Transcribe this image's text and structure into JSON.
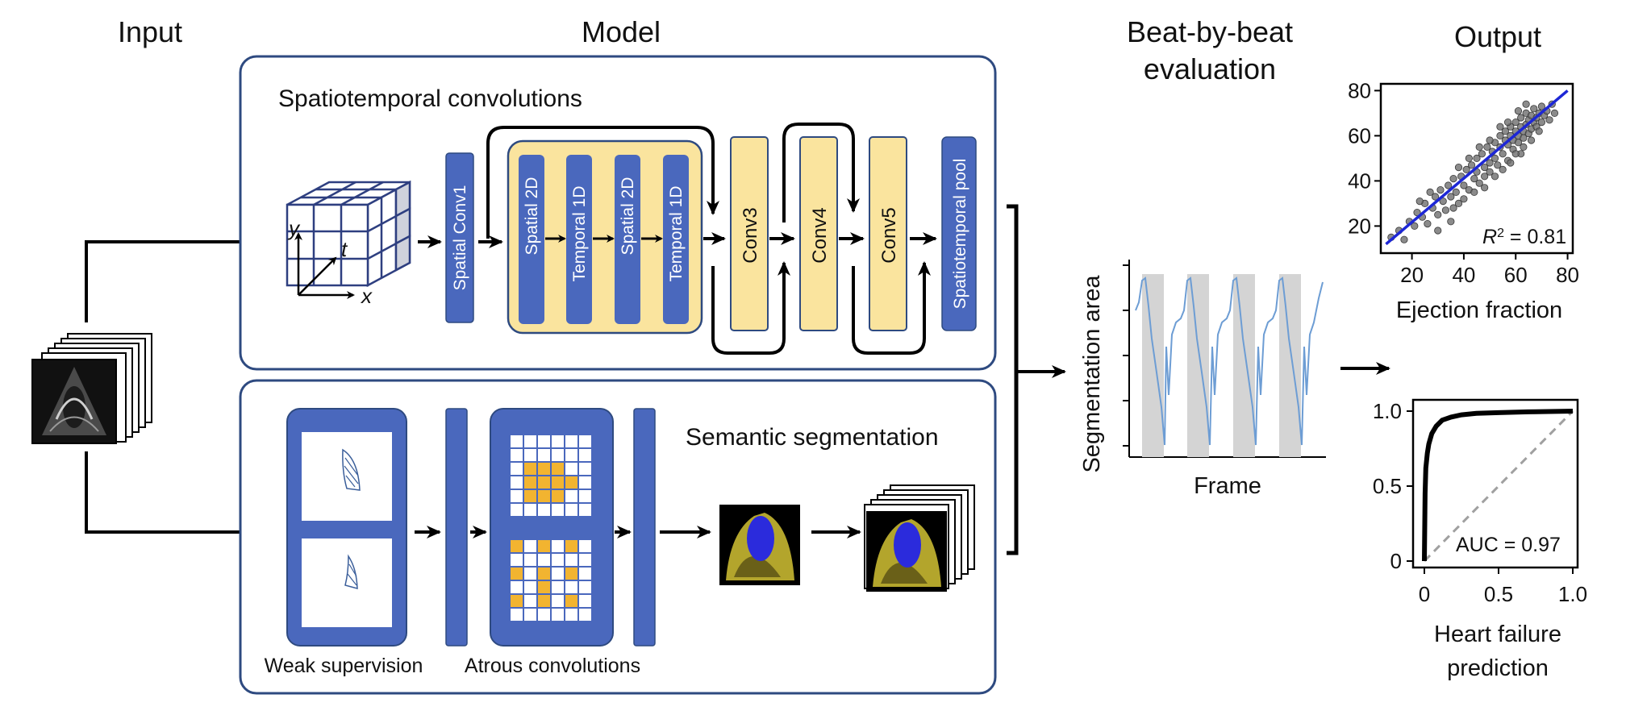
{
  "headers": {
    "input": "Input",
    "model": "Model",
    "beat_line1": "Beat-by-beat",
    "beat_line2": "evaluation",
    "output": "Output"
  },
  "top_panel": {
    "title": "Spatiotemporal convolutions",
    "cube_axis_y": "y",
    "cube_axis_t": "t",
    "cube_axis_x": "x",
    "blocks": {
      "spatial_conv1": "Spatial Conv1",
      "spatial_2d_a": "Spatial 2D",
      "temporal_1d_a": "Temporal 1D",
      "spatial_2d_b": "Spatial 2D",
      "temporal_1d_b": "Temporal 1D",
      "conv3": "Conv3",
      "conv4": "Conv4",
      "conv5": "Conv5",
      "pool": "Spatiotemporal pool"
    }
  },
  "bottom_panel": {
    "title": "Semantic segmentation",
    "weak_label": "Weak supervision",
    "atrous_label": "Atrous convolutions"
  },
  "segmentation_plot": {
    "ylabel": "Segmentation area",
    "xlabel": "Frame"
  },
  "colors": {
    "panel_border": "#2e4a80",
    "block_blue": "#4a68bd",
    "block_yellow": "#fae49e",
    "grid_yellow": "#f2b430",
    "trace_blue": "#6d9dd4",
    "fit_line": "#1d27d6",
    "roc_diag": "#a0a0a0"
  },
  "chart_data": [
    {
      "type": "scatter",
      "xlabel": "Ejection fraction",
      "ylabel": "",
      "xlim": [
        8,
        82
      ],
      "ylim": [
        8,
        83
      ],
      "xticks": [
        "20",
        "40",
        "60",
        "80"
      ],
      "yticks": [
        "20",
        "40",
        "60",
        "80"
      ],
      "annotation_r": "R",
      "annotation_sup": "2",
      "annotation_value": " = 0.81",
      "fit_line": [
        [
          10,
          12
        ],
        [
          80,
          80
        ]
      ],
      "points": [
        [
          12,
          15
        ],
        [
          15,
          18
        ],
        [
          17,
          14
        ],
        [
          19,
          22
        ],
        [
          21,
          20
        ],
        [
          22,
          26
        ],
        [
          24,
          24
        ],
        [
          25,
          30
        ],
        [
          26,
          21
        ],
        [
          28,
          28
        ],
        [
          29,
          33
        ],
        [
          30,
          25
        ],
        [
          31,
          36
        ],
        [
          32,
          31
        ],
        [
          33,
          27
        ],
        [
          34,
          38
        ],
        [
          35,
          33
        ],
        [
          36,
          41
        ],
        [
          37,
          35
        ],
        [
          38,
          30
        ],
        [
          39,
          42
        ],
        [
          40,
          38
        ],
        [
          41,
          45
        ],
        [
          42,
          36
        ],
        [
          43,
          47
        ],
        [
          44,
          41
        ],
        [
          45,
          44
        ],
        [
          45,
          50
        ],
        [
          46,
          39
        ],
        [
          47,
          52
        ],
        [
          48,
          46
        ],
        [
          48,
          42
        ],
        [
          49,
          55
        ],
        [
          50,
          48
        ],
        [
          50,
          44
        ],
        [
          51,
          53
        ],
        [
          52,
          57
        ],
        [
          52,
          50
        ],
        [
          53,
          47
        ],
        [
          54,
          60
        ],
        [
          54,
          55
        ],
        [
          55,
          52
        ],
        [
          56,
          58
        ],
        [
          56,
          62
        ],
        [
          57,
          49
        ],
        [
          57,
          56
        ],
        [
          58,
          60
        ],
        [
          58,
          64
        ],
        [
          59,
          54
        ],
        [
          59,
          58
        ],
        [
          60,
          62
        ],
        [
          60,
          66
        ],
        [
          61,
          57
        ],
        [
          61,
          60
        ],
        [
          62,
          64
        ],
        [
          62,
          68
        ],
        [
          63,
          59
        ],
        [
          63,
          62
        ],
        [
          64,
          65
        ],
        [
          64,
          70
        ],
        [
          65,
          61
        ],
        [
          65,
          67
        ],
        [
          66,
          63
        ],
        [
          66,
          69
        ],
        [
          67,
          66
        ],
        [
          67,
          72
        ],
        [
          68,
          64
        ],
        [
          68,
          68
        ],
        [
          69,
          70
        ],
        [
          70,
          66
        ],
        [
          70,
          73
        ],
        [
          71,
          69
        ],
        [
          72,
          71
        ],
        [
          73,
          67
        ],
        [
          74,
          74
        ],
        [
          75,
          70
        ],
        [
          62,
          52
        ],
        [
          58,
          48
        ],
        [
          55,
          45
        ],
        [
          66,
          58
        ],
        [
          69,
          62
        ],
        [
          63,
          55
        ],
        [
          60,
          52
        ],
        [
          52,
          42
        ],
        [
          48,
          37
        ],
        [
          44,
          35
        ],
        [
          40,
          32
        ],
        [
          36,
          28
        ],
        [
          54,
          64
        ],
        [
          50,
          58
        ],
        [
          46,
          55
        ],
        [
          42,
          50
        ],
        [
          38,
          46
        ],
        [
          57,
          66
        ],
        [
          61,
          71
        ],
        [
          64,
          74
        ],
        [
          35,
          22
        ],
        [
          30,
          18
        ],
        [
          27,
          35
        ],
        [
          23,
          31
        ]
      ]
    },
    {
      "type": "line",
      "xlabel": "Heart failure",
      "xlabel_line2": "prediction",
      "ylabel": "",
      "xlim": [
        0,
        1
      ],
      "ylim": [
        0,
        1
      ],
      "xticks": [
        "0",
        "0.5",
        "1.0"
      ],
      "yticks": [
        "0",
        "0.5",
        "1.0"
      ],
      "annotation": "AUC = 0.97",
      "series": [
        {
          "x": [
            0,
            0.005,
            0.01,
            0.02,
            0.03,
            0.05,
            0.08,
            0.12,
            0.18,
            0.25,
            0.35,
            0.5,
            0.7,
            1.0
          ],
          "y": [
            0,
            0.45,
            0.62,
            0.72,
            0.78,
            0.85,
            0.9,
            0.94,
            0.96,
            0.975,
            0.985,
            0.99,
            0.995,
            1.0
          ]
        }
      ]
    }
  ]
}
